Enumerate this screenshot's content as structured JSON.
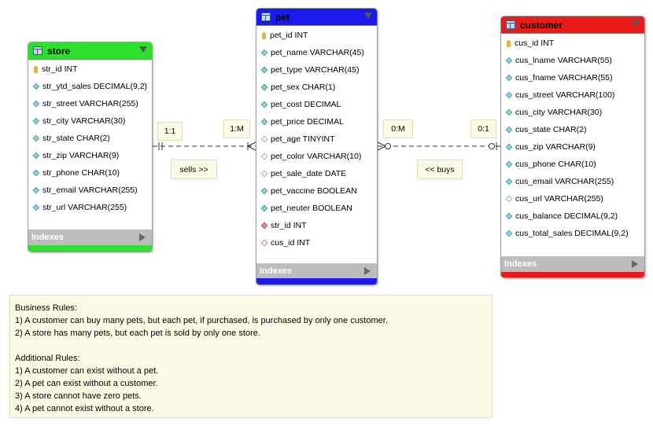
{
  "store": {
    "title": "store",
    "color": "#2ee02e",
    "columns": [
      {
        "text": "str_id INT",
        "icon": "key-icon"
      },
      {
        "text": "str_ytd_sales DECIMAL(9,2)",
        "icon": "diamond-filled-icon"
      },
      {
        "text": "str_street VARCHAR(255)",
        "icon": "diamond-filled-icon"
      },
      {
        "text": "str_city VARCHAR(30)",
        "icon": "diamond-filled-icon"
      },
      {
        "text": "str_state CHAR(2)",
        "icon": "diamond-filled-icon"
      },
      {
        "text": "str_zip VARCHAR(9)",
        "icon": "diamond-filled-icon"
      },
      {
        "text": "str_phone CHAR(10)",
        "icon": "diamond-filled-icon"
      },
      {
        "text": "str_email VARCHAR(255)",
        "icon": "diamond-filled-icon"
      },
      {
        "text": "str_url VARCHAR(255)",
        "icon": "diamond-filled-icon"
      }
    ],
    "indexes_label": "Indexes"
  },
  "pet": {
    "title": "pet",
    "color": "#1a1aee",
    "columns": [
      {
        "text": "pet_id INT",
        "icon": "key-icon"
      },
      {
        "text": "pet_name VARCHAR(45)",
        "icon": "diamond-filled-icon"
      },
      {
        "text": "pet_type VARCHAR(45)",
        "icon": "diamond-filled-icon"
      },
      {
        "text": "pet_sex CHAR(1)",
        "icon": "diamond-filled-icon"
      },
      {
        "text": "pet_cost DECIMAL",
        "icon": "diamond-filled-icon"
      },
      {
        "text": "pet_price DECIMAL",
        "icon": "diamond-filled-icon"
      },
      {
        "text": "pet_age TINYINT",
        "icon": "diamond-empty-icon"
      },
      {
        "text": "pet_color VARCHAR(10)",
        "icon": "diamond-empty-icon"
      },
      {
        "text": "pet_sale_date DATE",
        "icon": "diamond-empty-icon"
      },
      {
        "text": "pet_vaccine BOOLEAN",
        "icon": "diamond-filled-icon"
      },
      {
        "text": "pet_neuter BOOLEAN",
        "icon": "diamond-filled-icon"
      },
      {
        "text": "str_id INT",
        "icon": "diamond-red-icon"
      },
      {
        "text": "cus_id INT",
        "icon": "diamond-red-empty-icon"
      }
    ],
    "indexes_label": "Indexes"
  },
  "customer": {
    "title": "customer",
    "color": "#ee1a1a",
    "columns": [
      {
        "text": "cus_id INT",
        "icon": "key-icon"
      },
      {
        "text": "cus_lname VARCHAR(55)",
        "icon": "diamond-filled-icon"
      },
      {
        "text": "cus_fname VARCHAR(55)",
        "icon": "diamond-filled-icon"
      },
      {
        "text": "cus_street VARCHAR(100)",
        "icon": "diamond-filled-icon"
      },
      {
        "text": "cus_city VARCHAR(30)",
        "icon": "diamond-filled-icon"
      },
      {
        "text": "cus_state CHAR(2)",
        "icon": "diamond-filled-icon"
      },
      {
        "text": "cus_zip VARCHAR(9)",
        "icon": "diamond-filled-icon"
      },
      {
        "text": "cus_phone CHAR(10)",
        "icon": "diamond-filled-icon"
      },
      {
        "text": "cus_email VARCHAR(255)",
        "icon": "diamond-filled-icon"
      },
      {
        "text": "cus_url VARCHAR(255)",
        "icon": "diamond-empty-icon"
      },
      {
        "text": "cus_balance DECIMAL(9,2)",
        "icon": "diamond-filled-icon"
      },
      {
        "text": "cus_total_sales DECIMAL(9,2)",
        "icon": "diamond-filled-icon"
      }
    ],
    "indexes_label": "Indexes"
  },
  "relationships": {
    "store_pet": {
      "left_card": "1:1",
      "right_card": "1:M",
      "name": "sells >>"
    },
    "pet_customer": {
      "left_card": "0:M",
      "right_card": "0:1",
      "name": "<< buys"
    }
  },
  "notes": {
    "lines": [
      "Business Rules:",
      "1) A customer can buy many pets, but each pet, if purchased, is purchased by only one customer.",
      "2) A store has many pets, but each pet is sold by only one store.",
      "",
      "Additional Rules:",
      "1) A customer can exist without a pet.",
      "2) A pet can exist without a customer.",
      "3) A store cannot have zero pets.",
      "4) A pet cannot exist without a store."
    ]
  }
}
